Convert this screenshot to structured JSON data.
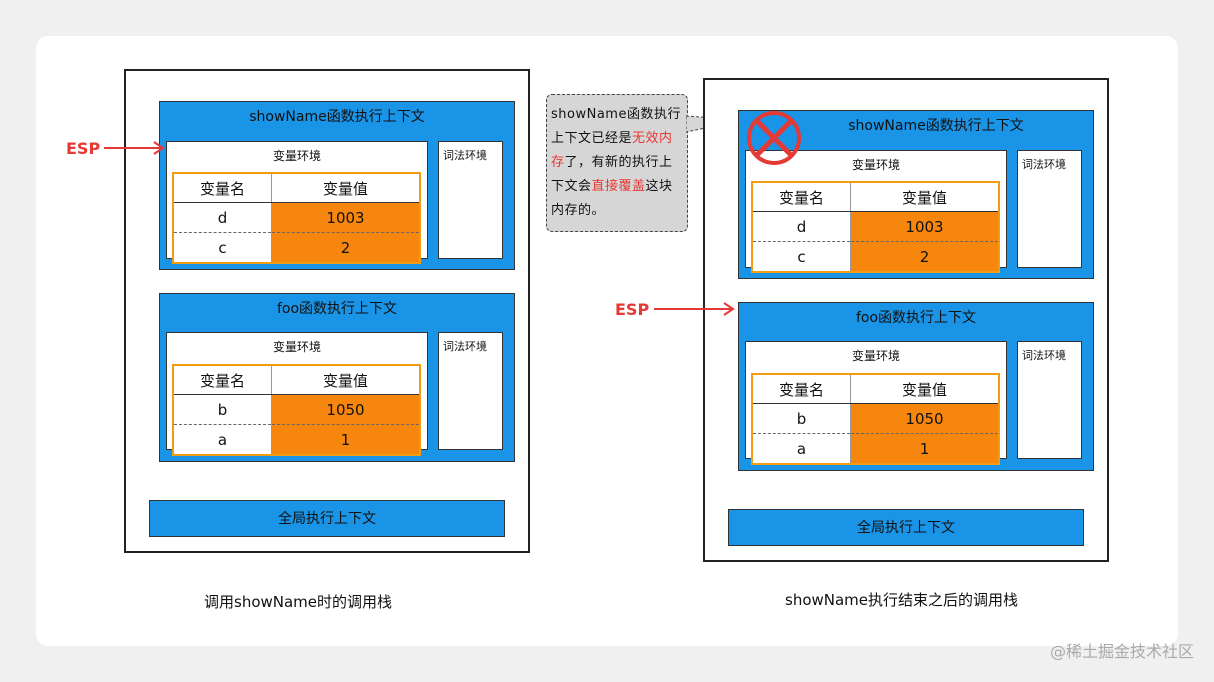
{
  "left_stack": {
    "esp_label": "ESP",
    "contexts": [
      {
        "title": "showName函数执行上下文",
        "var_env_title": "变量环境",
        "lex_env_title": "词法环境",
        "header": [
          "变量名",
          "变量值"
        ],
        "rows": [
          [
            "d",
            "1003"
          ],
          [
            "c",
            "2"
          ]
        ]
      },
      {
        "title": "foo函数执行上下文",
        "var_env_title": "变量环境",
        "lex_env_title": "词法环境",
        "header": [
          "变量名",
          "变量值"
        ],
        "rows": [
          [
            "b",
            "1050"
          ],
          [
            "a",
            "1"
          ]
        ]
      }
    ],
    "global_label": "全局执行上下文",
    "caption": "调用showName时的调用栈"
  },
  "right_stack": {
    "esp_label": "ESP",
    "contexts": [
      {
        "title": "showName函数执行上下文",
        "var_env_title": "变量环境",
        "lex_env_title": "词法环境",
        "header": [
          "变量名",
          "变量值"
        ],
        "rows": [
          [
            "d",
            "1003"
          ],
          [
            "c",
            "2"
          ]
        ]
      },
      {
        "title": "foo函数执行上下文",
        "var_env_title": "变量环境",
        "lex_env_title": "词法环境",
        "header": [
          "变量名",
          "变量值"
        ],
        "rows": [
          [
            "b",
            "1050"
          ],
          [
            "a",
            "1"
          ]
        ]
      }
    ],
    "global_label": "全局执行上下文",
    "caption": "showName执行结束之后的调用栈"
  },
  "note": {
    "part1": "showName函数执行上下文已经是",
    "part2_red": "无效内存",
    "part3": "了，有新的执行上下文会",
    "part4_red": "直接覆盖",
    "part5": "这块内存的。"
  },
  "colors": {
    "context_blue": "#1a94e6",
    "value_orange": "#f7860f",
    "esp_red": "#e53935"
  },
  "watermark": "@稀土掘金技术社区"
}
